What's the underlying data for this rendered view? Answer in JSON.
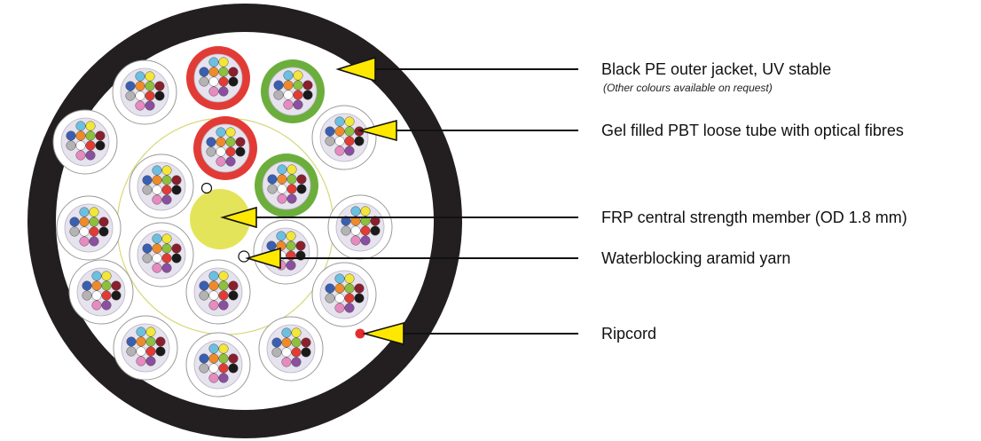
{
  "labels": {
    "jacket": "Black PE outer jacket, UV stable",
    "jacket_note": "(Other colours available on request)",
    "loose_tube": "Gel filled PBT loose tube with optical fibres",
    "central_member": "FRP central strength member (OD 1.8 mm)",
    "aramid": "Waterblocking aramid yarn",
    "ripcord": "Ripcord"
  },
  "colors": {
    "jacket": "#231f20",
    "tube_fill": "#e6e3ee",
    "tube_outline": "#9a9a9a",
    "red_tube": "#e23b35",
    "green_tube": "#6cae3c",
    "central_member": "#e4e45a",
    "aramid_ring": "#d7d87a",
    "ripcord": "#e52d2d",
    "arrow_fill": "#ffe800",
    "arrow_line": "#111111"
  },
  "fibre_colors": [
    "blue",
    "orange",
    "green",
    "brown",
    "grey",
    "white",
    "red",
    "black",
    "yellow",
    "violet",
    "pink",
    "aqua"
  ],
  "fibre_hex": [
    "#3a5fb0",
    "#ef8a2b",
    "#8cc03e",
    "#8a1f2d",
    "#b3b3b3",
    "#ffffff",
    "#e23b35",
    "#1a1a1a",
    "#f2e63a",
    "#8a4fa0",
    "#e68bc0",
    "#6dbfe0"
  ],
  "tube_colors": [
    "red",
    "green",
    "red",
    "green",
    "natural",
    "natural",
    "natural",
    "natural",
    "natural",
    "natural",
    "natural",
    "natural",
    "natural",
    "natural",
    "natural",
    "natural",
    "natural",
    "natural"
  ]
}
